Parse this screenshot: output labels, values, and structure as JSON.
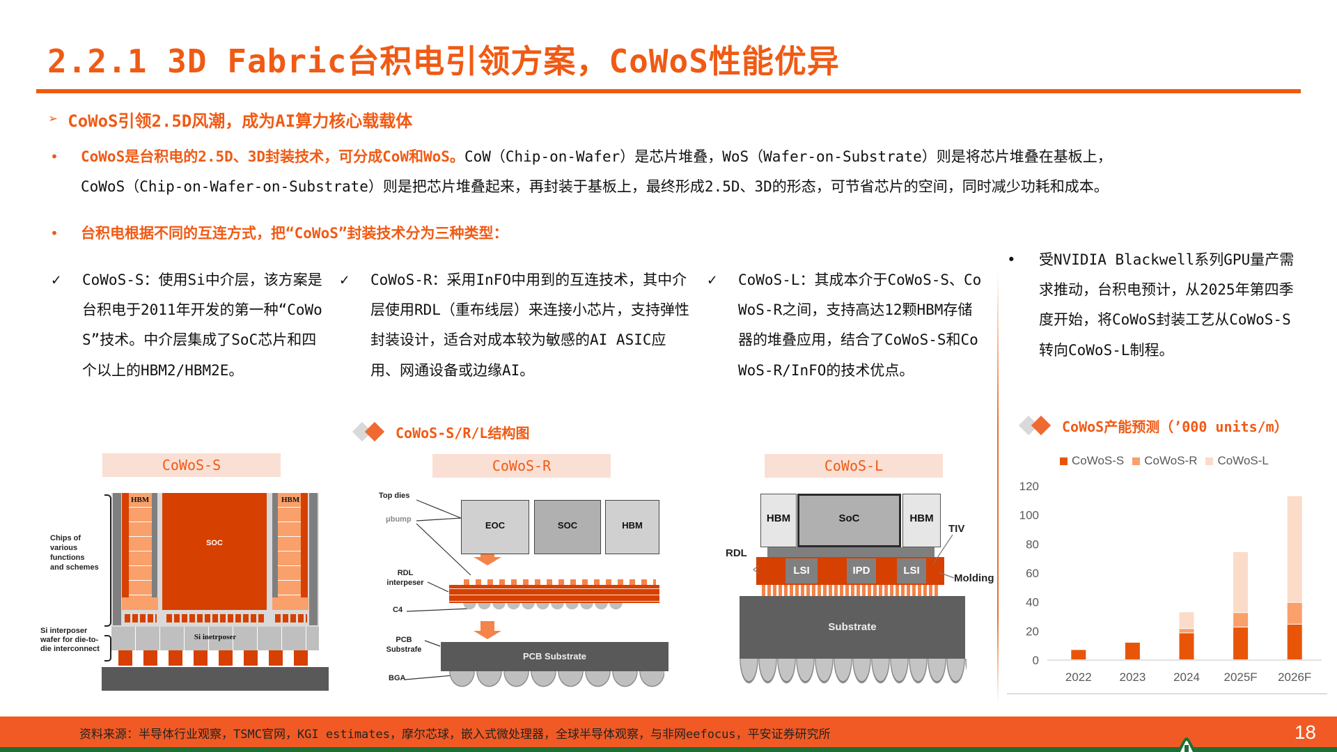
{
  "slide": {
    "title": "2.2.1 3D Fabric台积电引领方案，CoWoS性能优异",
    "page_number": "18"
  },
  "section": {
    "arrow_icon": "➢",
    "heading": "CoWoS引领2.5D风潮，成为AI算力核心载载体"
  },
  "bullets": {
    "b1_highlight": "CoWoS是台积电的2.5D、3D封装技术，可分成CoW和WoS。",
    "b1_rest": "CoW（Chip-on-Wafer）是芯片堆叠，WoS（Wafer-on-Substrate）则是将芯片堆叠在基板上，",
    "b1_line2": "CoWoS（Chip-on-Wafer-on-Substrate）则是把芯片堆叠起来，再封装于基板上，最终形成2.5D、3D的形态，可节省芯片的空间，同时减少功耗和成本。",
    "b2": "台积电根据不同的互连方式，把“CoWoS”封装技术分为三种类型："
  },
  "types": [
    {
      "check": "✓",
      "text": "CoWoS-S：使用Si中介层，该方案是台积电于2011年开发的第一种“CoWoS”技术。中介层集成了SoC芯片和四个以上的HBM2/HBM2E。"
    },
    {
      "check": "✓",
      "text": "CoWoS-R：采用InFO中用到的互连技术，其中介层使用RDL（重布线层）来连接小芯片，支持弹性封装设计，适合对成本较为敏感的AI ASIC应用、网通设备或边缘AI。"
    },
    {
      "check": "✓",
      "text": "CoWoS-L：其成本介于CoWoS-S、CoWoS-R之间，支持高达12颗HBM存储器的堆叠应用，结合了CoWoS-S和CoWoS-R/InFO的技术优点。"
    }
  ],
  "right_note": {
    "dot": "•",
    "text": "受NVIDIA Blackwell系列GPU量产需求推动，台积电预计，从2025年第四季度开始，将CoWoS封装工艺从CoWoS-S转向CoWoS-L制程。"
  },
  "structure_figure": {
    "caption": "CoWoS-S/R/L结构图",
    "cowos_s": {
      "label": "CoWoS-S",
      "annotations": [
        "Chips of various functions and schemes",
        "Si interposer wafer for die-to-die interconnect"
      ],
      "blocks": {
        "hbm_left": "HBM",
        "soc": "SOC",
        "hbm_right": "HBM",
        "interposer": "Si inetrposer"
      }
    },
    "cowos_r": {
      "label": "CoWoS-R",
      "annotations": {
        "top_dies": "Top dies",
        "ubump": "μbump",
        "rdl": "RDL interpeser",
        "c4": "C4",
        "pcb": "PCB Substrafe",
        "bga": "BGA"
      },
      "blocks": {
        "eoc": "EOC",
        "soc": "SOC",
        "hbm": "HBM",
        "pcb_substrate": "PCB Substrate"
      }
    },
    "cowos_l": {
      "label": "CoWoS-L",
      "annotations": {
        "rdl": "RDL",
        "tiv": "TIV",
        "molding": "Molding"
      },
      "blocks": {
        "hbm_left": "HBM",
        "soc": "SoC",
        "hbm_right": "HBM",
        "lsi_left": "LSI",
        "ipd": "IPD",
        "lsi_right": "LSI",
        "substrate": "Substrate"
      }
    }
  },
  "chart_caption": "CoWoS产能预测（’000 units/m）",
  "colors": {
    "accent": "#f05a14",
    "cowos_s": "#e85508",
    "cowos_r": "#f9a06b",
    "cowos_l": "#fbdcc8",
    "footer": "#f15a24",
    "footer_green": "#1e6e35"
  },
  "chart_data": {
    "type": "bar",
    "stacked": true,
    "title": "CoWoS产能预测（’000 units/m）",
    "categories": [
      "2022",
      "2023",
      "2024",
      "2025F",
      "2026F"
    ],
    "series": [
      {
        "name": "CoWoS-S",
        "color": "#e85508",
        "values": [
          7,
          12,
          18.5,
          22.5,
          24.5
        ]
      },
      {
        "name": "CoWoS-R",
        "color": "#f9a06b",
        "values": [
          0,
          0,
          3,
          10,
          15
        ]
      },
      {
        "name": "CoWoS-L",
        "color": "#fbdcc8",
        "values": [
          0,
          0,
          11.5,
          42,
          73.5
        ]
      }
    ],
    "xlabel": "",
    "ylabel": "",
    "yticks": [
      "0",
      "20",
      "40",
      "60",
      "80",
      "100",
      "120"
    ],
    "ylim": [
      0,
      120
    ],
    "grid": false,
    "legend_position": "top"
  },
  "footer": {
    "source": "资料来源：半导体行业观察，TSMC官网，KGI estimates，摩尔芯球，嵌入式微处理器，全球半导体观察，与非网eefocus，平安证券研究所"
  }
}
